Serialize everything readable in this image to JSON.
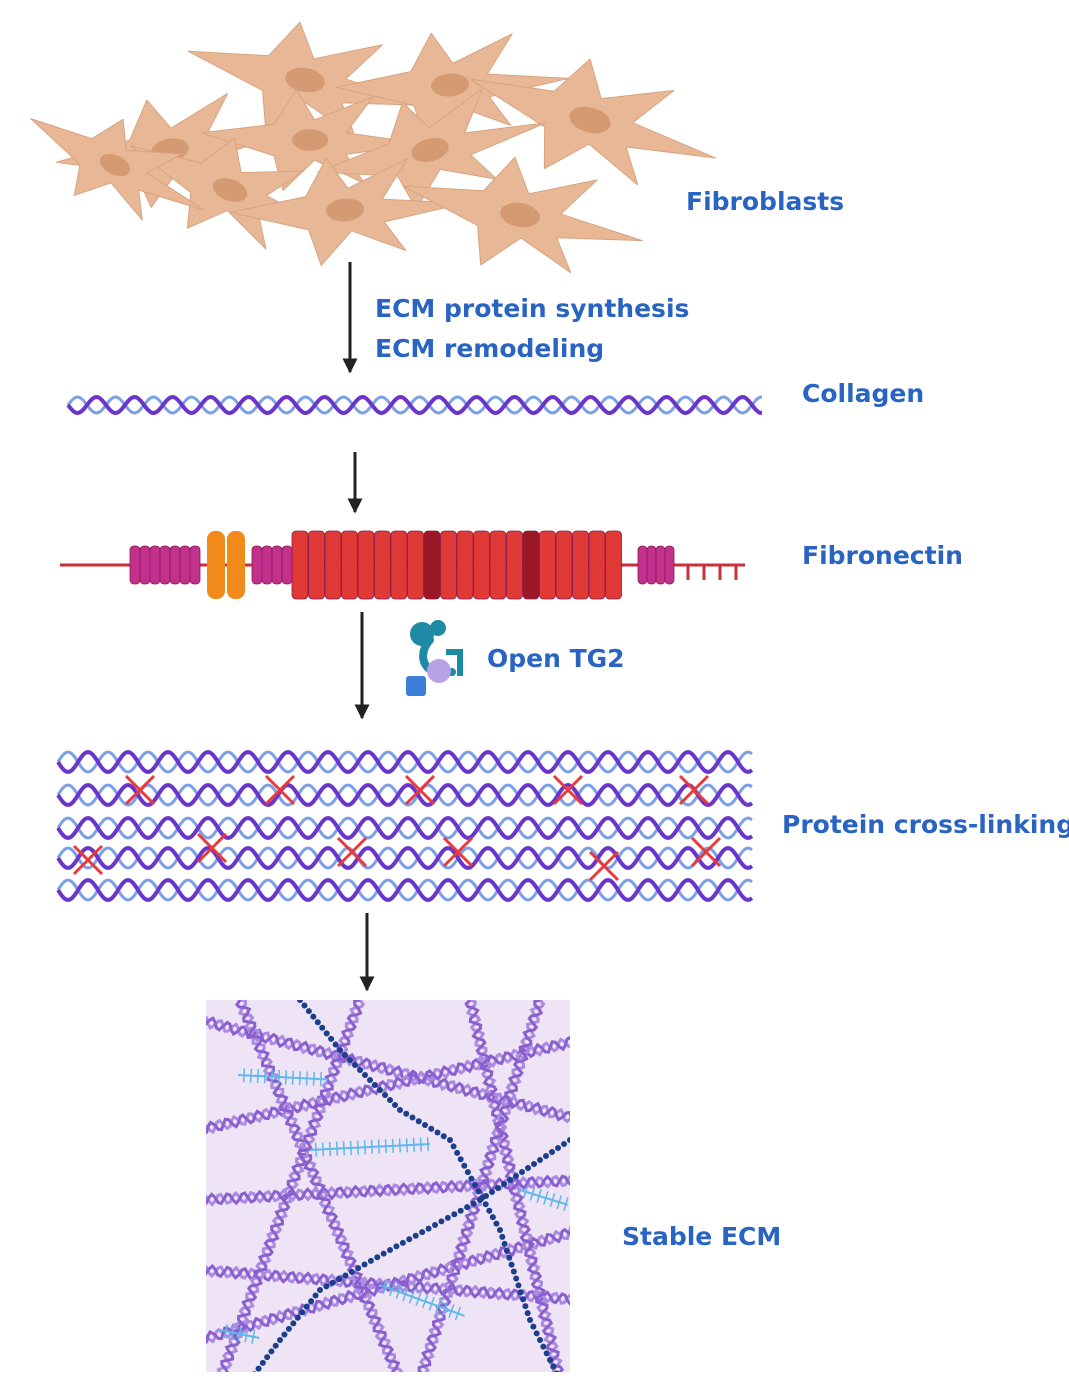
{
  "labels": {
    "fibroblasts": "Fibroblasts",
    "step1_line1": "ECM protein synthesis",
    "step1_line2": "ECM remodeling",
    "collagen": "Collagen",
    "fibronectin": "Fibronectin",
    "open_tg2": "Open TG2",
    "cross_linking": "Protein cross-linking",
    "stable_ecm": "Stable ECM"
  },
  "colors": {
    "label_text": "#2a64c2",
    "cell_body": "#e8b896",
    "cell_nucleus": "#d49a73",
    "collagen_dark": "#6a35c9",
    "collagen_light": "#7aa0e8",
    "fibronectin_magenta": "#c2318e",
    "fibronectin_orange": "#f08a1a",
    "fibronectin_red": "#e03a36",
    "fibronectin_dark_red": "#9c1826",
    "crosslink_mark": "#e8393d",
    "tg2_teal": "#1f8aa5",
    "ecm_background": "#efe3f6",
    "arrow": "#222222"
  }
}
